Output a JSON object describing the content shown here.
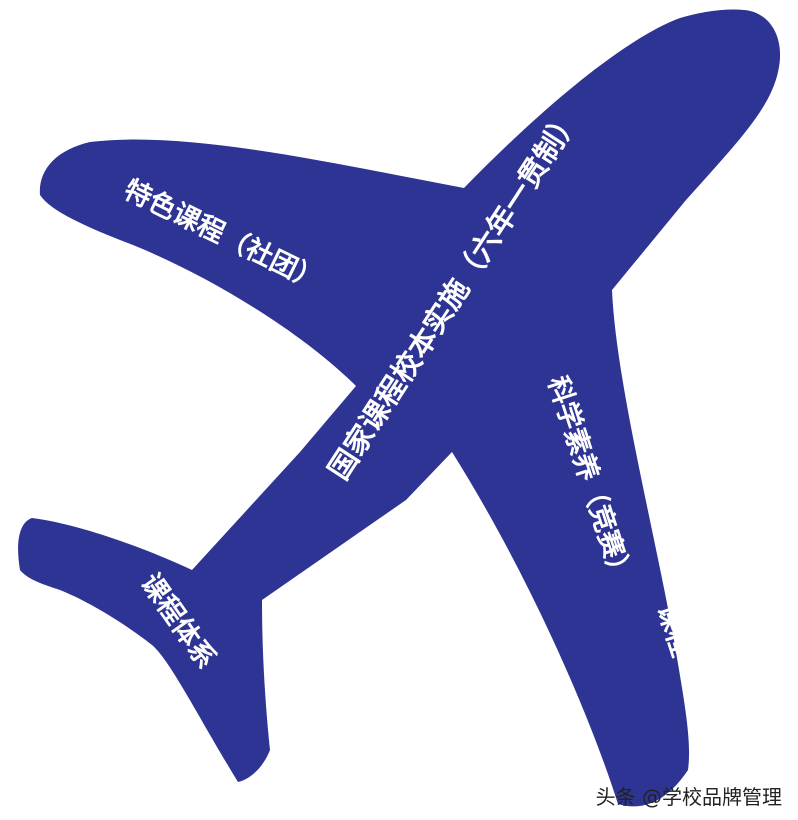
{
  "colors": {
    "plane_fill": "#2d3493",
    "label_text": "#ffffff",
    "watermark_text": "#222222"
  },
  "labels": {
    "wing_top": "特色课程（社团）",
    "fuselage": "国家课程校本实施（六年一贯制）",
    "wing_bottom_line1": "科学素养（竞赛）",
    "wing_bottom_line2": "课程",
    "tail": "课程体系"
  },
  "watermark": "头条 @学校品牌管理"
}
